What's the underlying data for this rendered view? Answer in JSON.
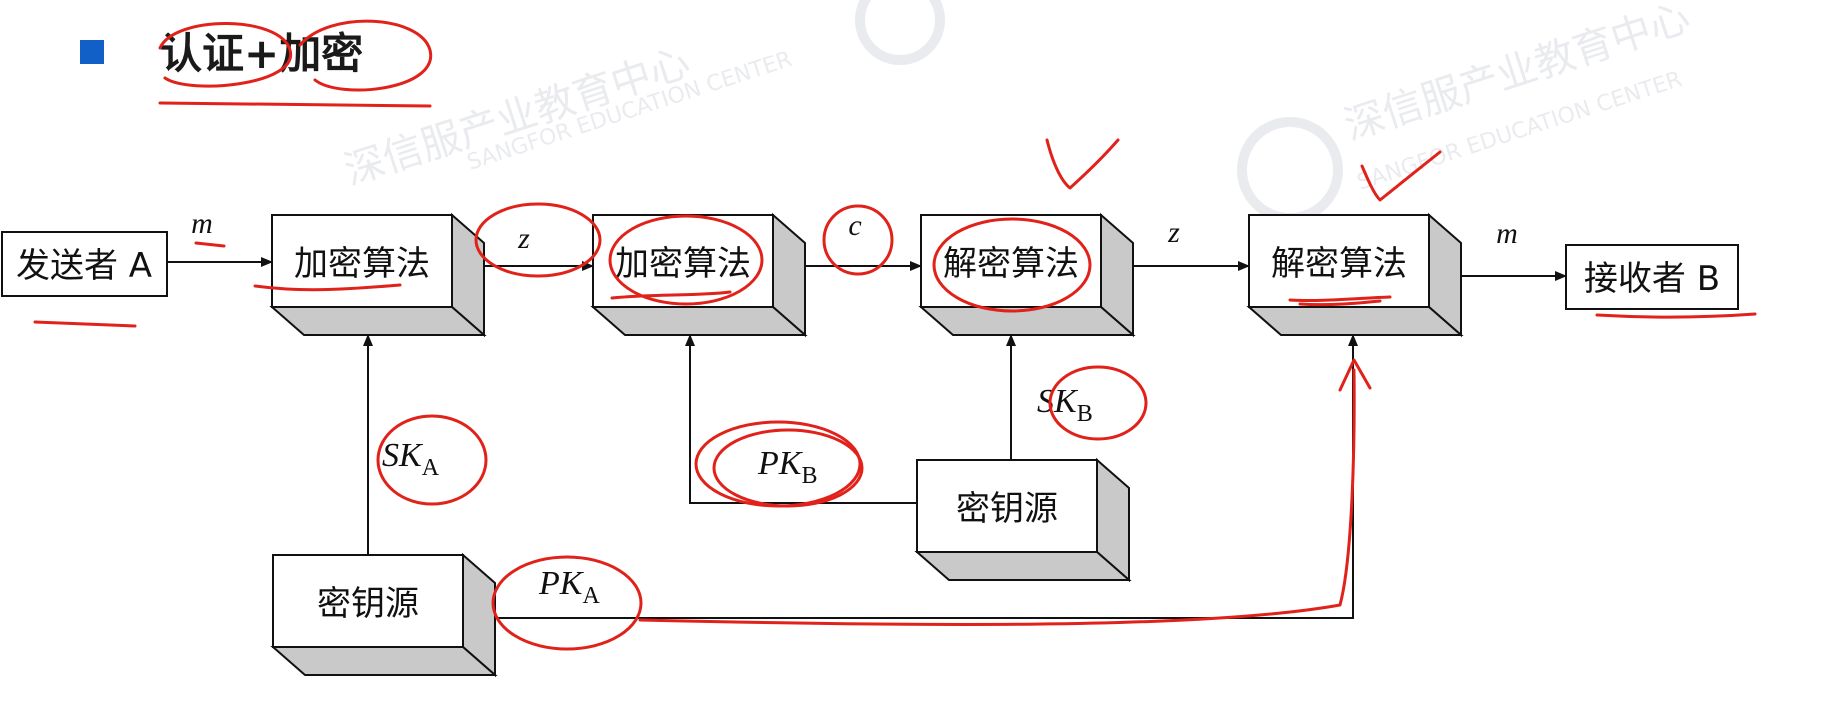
{
  "slide": {
    "title": "认证+加密",
    "bullet_color": "#1060c8"
  },
  "watermark": {
    "cn": "深信服产业教育中心",
    "en": "SANGFOR EDUCATION CENTER"
  },
  "diagram": {
    "sender": "发送者 A",
    "receiver": "接收者 B",
    "encrypt1": "加密算法",
    "encrypt2": "加密算法",
    "decrypt1": "解密算法",
    "decrypt2": "解密算法",
    "keysource_a": "密钥源",
    "keysource_b": "密钥源",
    "edge_m_in": "m",
    "edge_z1": "z",
    "edge_c": "c",
    "edge_z2": "z",
    "edge_m_out": "m",
    "key_sk_a": {
      "base": "SK",
      "sub": "A"
    },
    "key_pk_b": {
      "base": "PK",
      "sub": "B"
    },
    "key_sk_b": {
      "base": "SK",
      "sub": "B"
    },
    "key_pk_a": {
      "base": "PK",
      "sub": "A"
    }
  },
  "colors": {
    "annotation": "#e0221a",
    "box_shade": "#c9c9c9",
    "line": "#111111"
  }
}
